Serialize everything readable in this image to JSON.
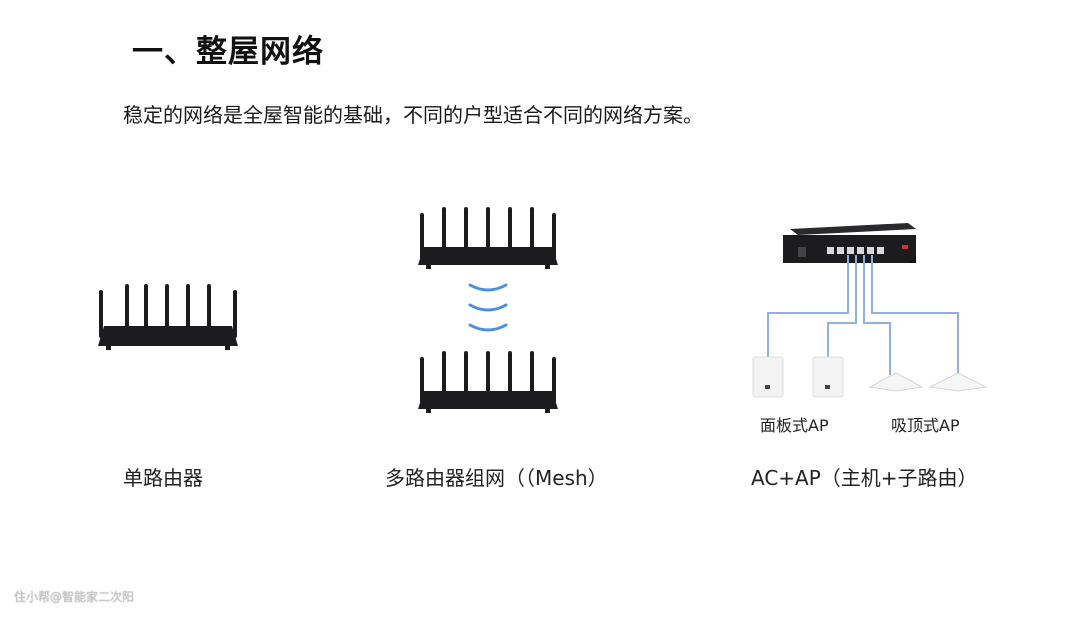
{
  "heading": {
    "title": "一、整屋网络",
    "subtitle": "稳定的网络是全屋智能的基础，不同的户型适合不同的网络方案。"
  },
  "options": [
    {
      "caption": "单路由器",
      "icon": "router-icon"
    },
    {
      "caption": "多路由器组网（（Mesh）",
      "icon": "mesh-routers-icon"
    },
    {
      "caption": "AC+AP（主机+子路由）",
      "icon": "ac-ap-diagram-icon",
      "panel_ap_label": "面板式AP",
      "ceiling_ap_label": "吸顶式AP"
    }
  ],
  "watermark": "住小帮@智能家二次阳",
  "colors": {
    "device": "#1c1c1e",
    "cable": "#8fb0e0",
    "wave": "#4a8fe0"
  }
}
